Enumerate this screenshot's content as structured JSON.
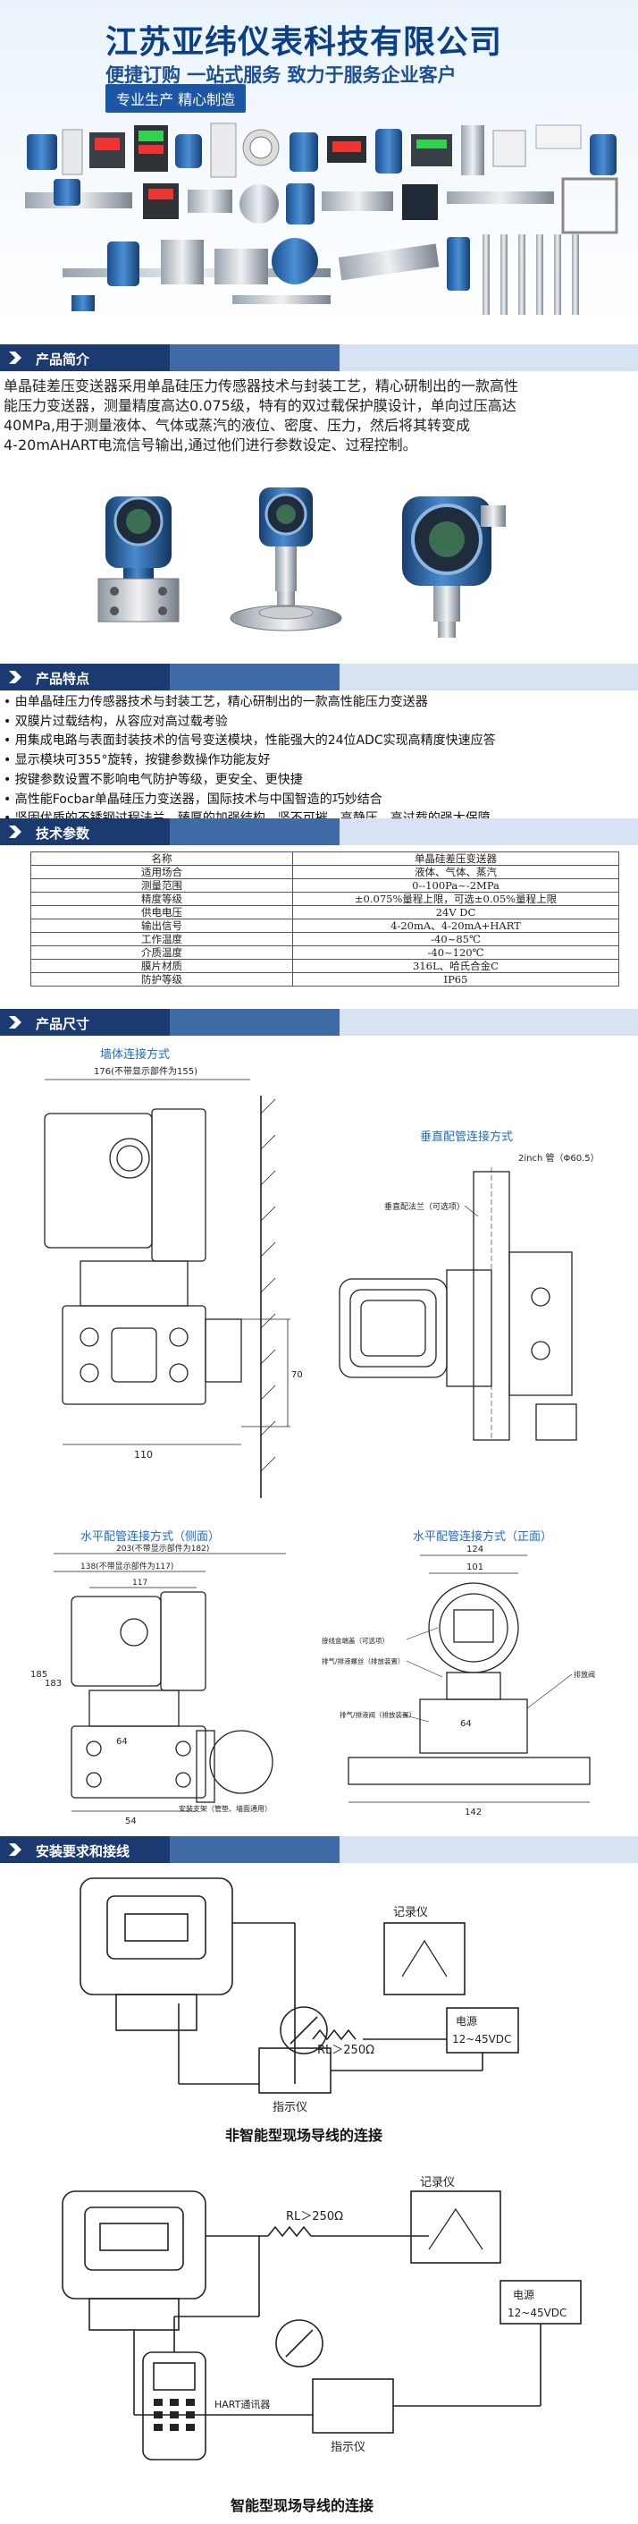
{
  "header": {
    "company": "江苏亚纬仪表科技有限公司",
    "slogan": "便捷订购  一站式服务  致力于服务企业客户",
    "tagline": "专业生产  精心制造"
  },
  "sections": {
    "intro_title": "产品简介",
    "features_title": "产品特点",
    "params_title": "技术参数",
    "dims_title": "产品尺寸",
    "install_title": "安装要求和接线"
  },
  "intro": {
    "lines": [
      "单晶硅差压变送器采用单晶硅压力传感器技术与封装工艺，精心研制出的一款高性",
      "能压力变送器，测量精度高达0.075级，特有的双过载保护膜设计，单向过压高达",
      "40MPa,用于测量液体、气体或蒸汽的液位、密度、压力，然后将其转变成",
      "4-20mAHART电流信号输出,通过他们进行参数设定、过程控制。"
    ]
  },
  "features": [
    "由单晶硅压力传感器技术与封装工艺，精心研制出的一款高性能压力变送器",
    "双膜片过载结构，从容应对高过载考验",
    "用集成电路与表面封装技术的信号变送模块，性能强大的24位ADC实现高精度快速应答",
    "显示模块可355°旋转，按键参数操作功能友好",
    "按键参数设置不影响电气防护等级，更安全、更快捷",
    "高性能Focbar单晶硅压力变送器，国际技术与中国智造的巧妙结合",
    "坚固优质的不锈钢过程法兰，臻厚的加强结构，坚不可摧，高静压、高过载的强大保障"
  ],
  "specs": [
    [
      "名称",
      "单晶硅差压变送器"
    ],
    [
      "适用场合",
      "液体、气体、蒸汽"
    ],
    [
      "测量范围",
      "0--100Pa~-2MPa"
    ],
    [
      "精度等级",
      "±0.075%量程上限，可选±0.05%量程上限"
    ],
    [
      "供电电压",
      "24V DC"
    ],
    [
      "输出信号",
      "4-20mA、4-20mA+HART"
    ],
    [
      "工作温度",
      "-40~85℃"
    ],
    [
      "介质温度",
      "-40~120℃"
    ],
    [
      "膜片材质",
      "316L、哈氏合金C"
    ],
    [
      "防护等级",
      "IP65"
    ]
  ],
  "dims": {
    "wall_title": "墙体连接方式",
    "vertical_title": "垂直配管连接方式",
    "horiz_side_title": "水平配管连接方式（侧面）",
    "horiz_front_title": "水平配管连接方式（正面）",
    "wall_dim_top": "176(不带显示部件为155)",
    "wall_dim_70": "70",
    "wall_dim_110": "110",
    "vert_pipe": "2inch 管（Φ60.5）",
    "vert_bolt": "垂直配法兰（可选项）",
    "side_dim_203": "203(不带显示部件为182)",
    "side_dim_138": "138(不带显示部件为117)",
    "side_dim_117": "117",
    "side_dim_185": "185",
    "side_dim_183": "183",
    "side_dim_64": "64",
    "side_dim_54": "54",
    "side_bracket": "安装支架（管垫、墙面通用）",
    "front_dim_124": "124",
    "front_dim_101": "101",
    "front_dim_64": "64",
    "front_dim_142": "142",
    "front_label_1": "接线盒端盖（可选项）",
    "front_label_2": "排气/排液螺丝（排放装置）",
    "front_label_3": "排气/排液阀（排放装置）",
    "front_label_4": "排放阀"
  },
  "wiring": {
    "recorder": "记录仪",
    "indicator": "指示仪",
    "resistor": "RL＞250Ω",
    "power_label": "电源",
    "power_value": "12~45VDC",
    "hart": "HART通讯器",
    "caption1": "非智能型现场导线的连接",
    "caption2": "智能型现场导线的连接"
  }
}
